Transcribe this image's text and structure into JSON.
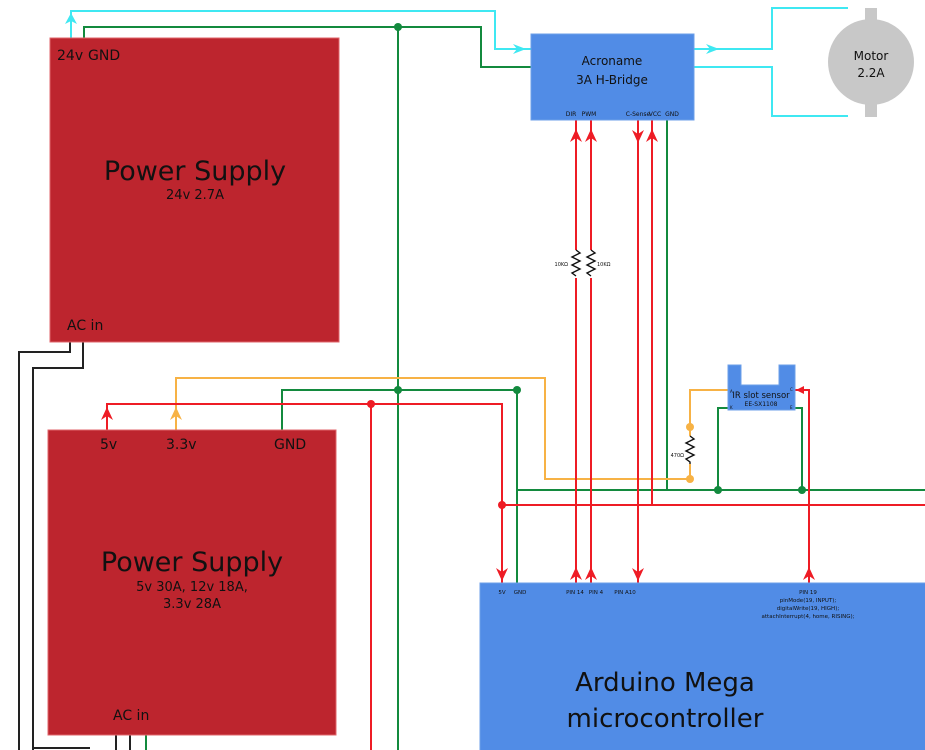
{
  "diagram": {
    "colors": {
      "power_supply": "#bd252e",
      "module": "#518ce6",
      "motor": "#c8c8c8",
      "wire_24v": "#3fe8f2",
      "wire_gnd": "#138a3e",
      "wire_5v": "#ee1c25",
      "wire_3v3": "#f7b245",
      "wire_ac": "#222222"
    },
    "psu_24v": {
      "title": "Power Supply",
      "spec": "24v 2.7A",
      "pin_24v": "24v",
      "pin_gnd": "GND",
      "pin_ac": "AC in"
    },
    "psu_main": {
      "title": "Power Supply",
      "spec_line1": "5v 30A, 12v 18A,",
      "spec_line2": "3.3v 28A",
      "pin_5v": "5v",
      "pin_3v3": "3.3v",
      "pin_gnd": "GND",
      "pin_ac": "AC in"
    },
    "hbridge": {
      "title_line1": "Acroname",
      "title_line2": "3A H-Bridge",
      "pins": [
        "DIR",
        "PWM",
        "C-Sense",
        "VCC",
        "GND"
      ]
    },
    "motor": {
      "label_line1": "Motor",
      "label_line2": "2.2A"
    },
    "resistors": {
      "dir": "10KΩ",
      "pwm": "10KΩ",
      "ir": "470Ω"
    },
    "ir_sensor": {
      "title": "IR slot sensor",
      "model": "EE-SX1108",
      "pin_a": "A",
      "pin_k": "K",
      "pin_c": "C",
      "pin_e": "E"
    },
    "arduino": {
      "title_line1": "Arduino Mega",
      "title_line2": "microcontroller",
      "pins": [
        "5V",
        "GND",
        "PIN 14",
        "PIN 4",
        "PIN A10"
      ],
      "pin19_lines": [
        "PIN 19",
        "pinMode(19, INPUT);",
        "digitalWrite(19, HIGH);",
        "attachInterrupt(4, home, RISING);"
      ]
    }
  }
}
